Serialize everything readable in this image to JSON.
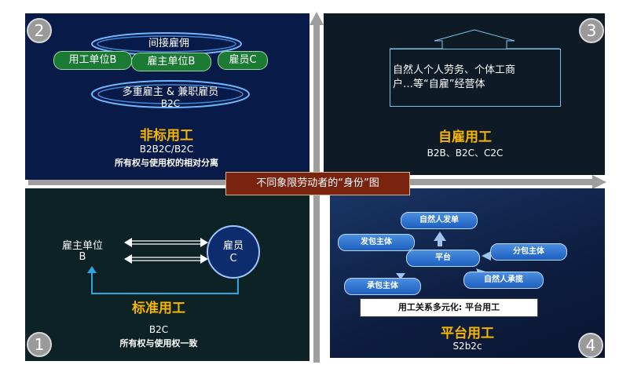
{
  "caption": "不同象限劳动者的“身份”图",
  "quadrants": {
    "q2": {
      "number": "2",
      "indirect": "间接雇佣",
      "employer_b": "用工单位B",
      "host_b": "雇主单位B",
      "employee_c": "雇员C",
      "multi": "多重雇主 & 兼职雇员",
      "b2c": "B2C",
      "title": "非标用工",
      "model": "B2B2C/B2C",
      "desc": "所有权与使用权的相对分离"
    },
    "q3": {
      "number": "3",
      "text_line1": "自然人个人劳务、个体工商",
      "text_line2": "户…等“自雇”经营体",
      "title": "自雇用工",
      "model": "B2B、B2C、C2C"
    },
    "q1": {
      "number": "1",
      "employer_line1": "雇主单位",
      "employer_line2": "B",
      "employee_line1": "雇员",
      "employee_line2": "C",
      "title": "标准用工",
      "model": "B2C",
      "desc": "所有权与使用权一致"
    },
    "q4": {
      "number": "4",
      "nodes": {
        "natural_issue": "自然人发单",
        "contractor": "发包主体",
        "platform": "平台",
        "subcontract": "分包主体",
        "undertaker": "承包主体",
        "natural_take": "自然人承揽"
      },
      "relation": "用工关系多元化: 平台用工",
      "title": "平台用工",
      "model": "S2b2c"
    }
  }
}
